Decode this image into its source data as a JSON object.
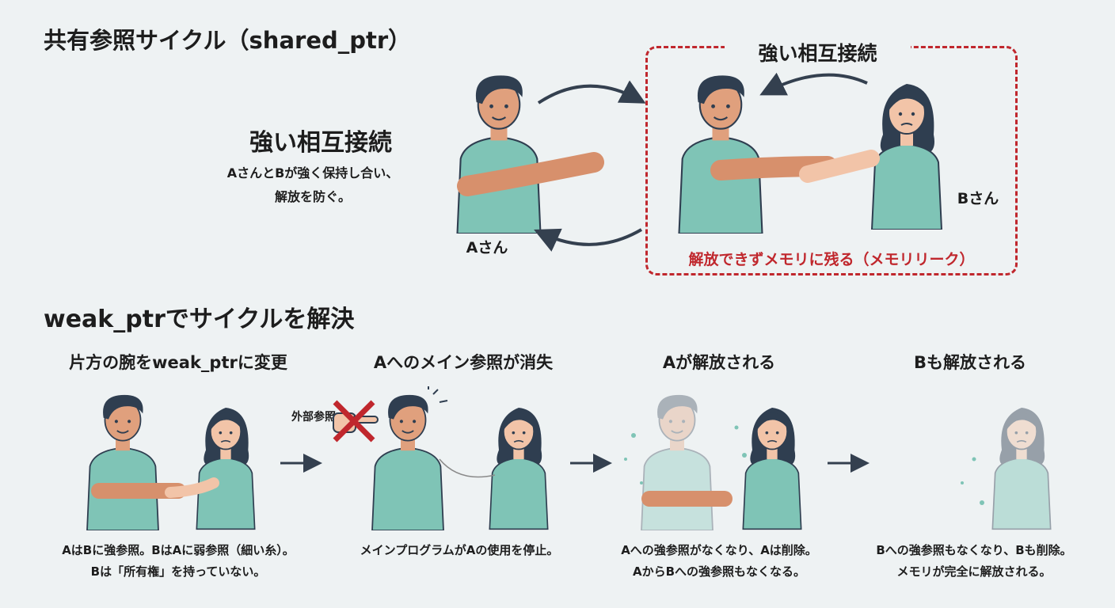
{
  "top": {
    "title": "共有参照サイクル（shared_ptr）",
    "left_heading": "強い相互接続",
    "left_desc_1": "AさんとBが強く保持し合い、",
    "left_desc_2": "解放を防ぐ。",
    "label_a": "Aさん",
    "box_heading": "強い相互接続",
    "label_b": "Bさん",
    "leak_text": "解放できずメモリに残る（メモリリーク）"
  },
  "bottom": {
    "title": "weak_ptrでサイクルを解決",
    "external_ref_label": "外部参照",
    "steps": [
      {
        "heading": "片方の腕をweak_ptrに変更",
        "caption_1": "AはBに強参照。BはAに弱参照（細い糸）。",
        "caption_2": "Bは「所有権」を持っていない。"
      },
      {
        "heading": "Aへのメイン参照が消失",
        "caption_1": "メインプログラムがAの使用を停止。",
        "caption_2": ""
      },
      {
        "heading": "Aが解放される",
        "caption_1": "Aへの強参照がなくなり、Aは削除。",
        "caption_2": "AからBへの強参照もなくなる。"
      },
      {
        "heading": "Bも解放される",
        "caption_1": "Bへの強参照もなくなり、Bも削除。",
        "caption_2": "メモリが完全に解放される。"
      }
    ]
  },
  "colors": {
    "accent_red": "#c0272d",
    "shirt": "#7fc4b6",
    "skin": "#e0a07d",
    "hair": "#2f3e50",
    "background": "#eef2f3"
  }
}
